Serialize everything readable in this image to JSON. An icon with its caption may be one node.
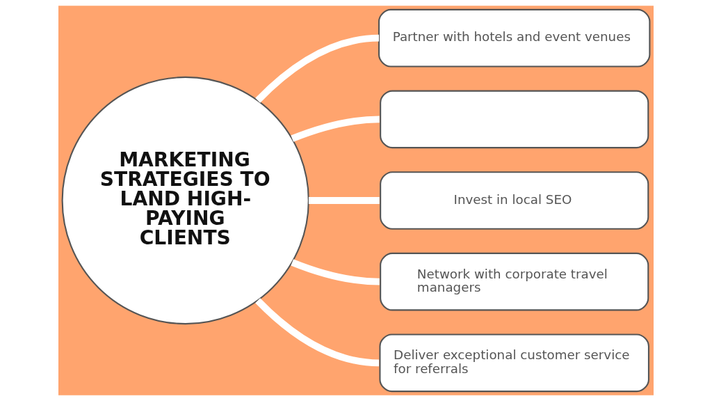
{
  "diagram": {
    "nodes": [
      {
        "text": [
          "MARKETING STRATEGIES TO LAND HIGH-PAYING CLIENTS"
        ]
      },
      {
        "text": [
          "Partner with hotels and event venues"
        ]
      },
      {
        "text": [],
        "shape": "box"
      },
      {
        "text": [
          "Invest in local SEO"
        ]
      },
      {
        "text": [
          "Network with corporate travel managers"
        ]
      },
      {
        "text": [
          "Deliver exceptional customer service for referrals"
        ]
      }
    ],
    "edges": [
      {
        "from": 0,
        "to": 1,
        "arrow": "none"
      },
      {
        "from": 0,
        "to": 2,
        "arrow": "none"
      },
      {
        "from": 0,
        "to": 3,
        "arrow": "none"
      },
      {
        "from": 0,
        "to": 4,
        "arrow": "none"
      },
      {
        "from": 0,
        "to": 5,
        "arrow": "none"
      }
    ]
  }
}
